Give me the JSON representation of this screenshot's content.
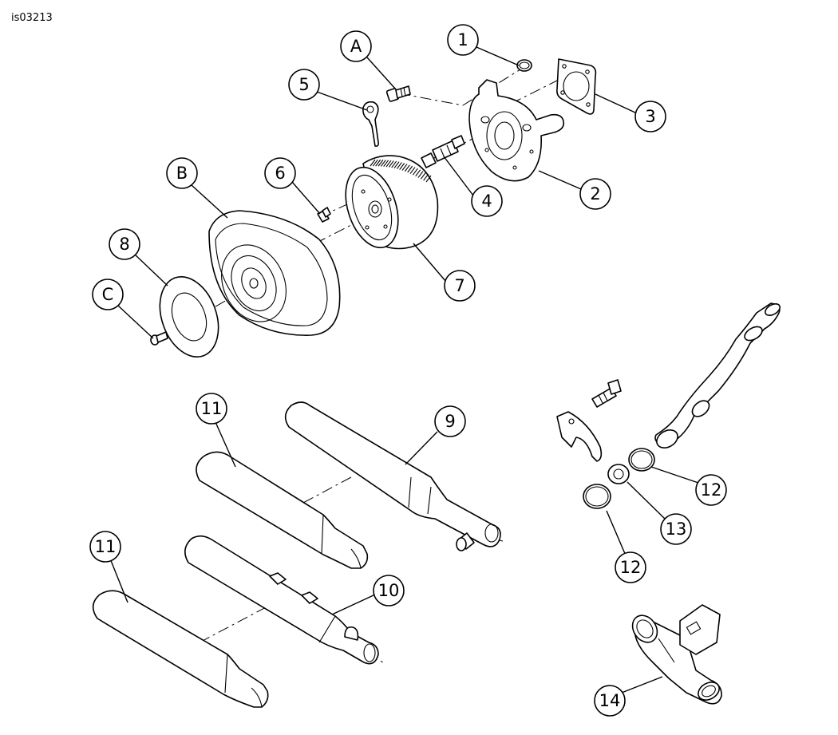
{
  "image_id": "is03213",
  "callouts": [
    "1",
    "2",
    "3",
    "4",
    "5",
    "6",
    "7",
    "8",
    "9",
    "10",
    "11",
    "12",
    "13",
    "14",
    "A",
    "B",
    "C"
  ]
}
